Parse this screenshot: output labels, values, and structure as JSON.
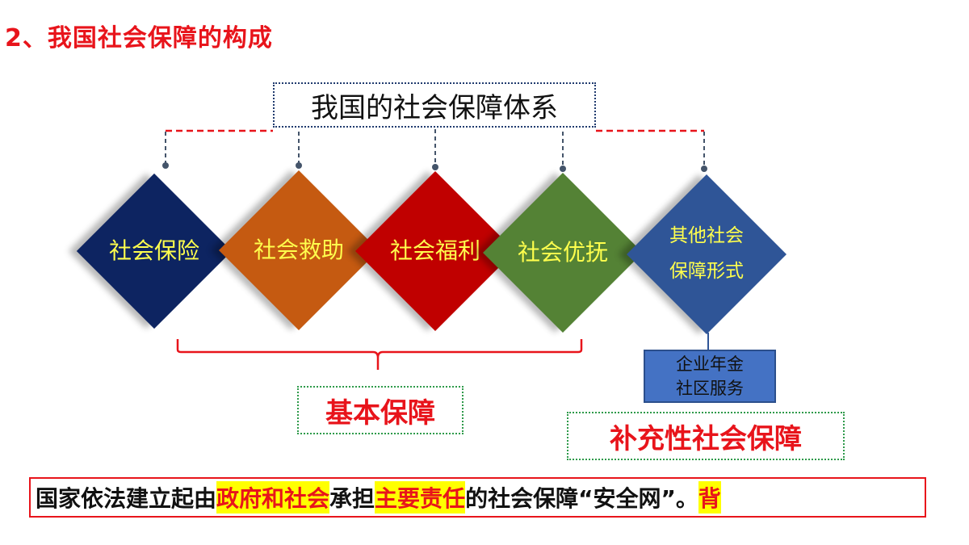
{
  "title": "2、我国社会保障的构成",
  "system_title": "我国的社会保障体系",
  "items": [
    {
      "label": "社会保险",
      "color": "#0d2461"
    },
    {
      "label": "社会救助",
      "color": "#c55a11"
    },
    {
      "label": "社会福利",
      "color": "#c00000"
    },
    {
      "label": "社会优抚",
      "color": "#548235"
    },
    {
      "label": "其他社会\n保障形式",
      "color": "#2f5597"
    }
  ],
  "sub_box": "企业年金\n社区服务",
  "groups": {
    "basic": "基本保障",
    "supplementary": "补充性社会保障"
  },
  "summary": {
    "part1": "国家依法建立起由",
    "hl1": "政府和社会",
    "part2": "承担",
    "hl2": "主要责任",
    "part3": "的社会保障“安全网”。",
    "hl3": "背"
  }
}
